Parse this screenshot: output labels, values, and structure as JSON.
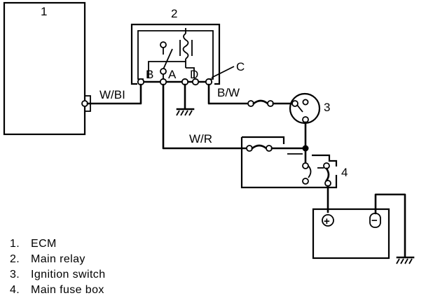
{
  "components": {
    "ecm_number": "1",
    "relay_number": "2",
    "ignition_number": "3",
    "fuse_box_number": "4"
  },
  "relay_terminals": {
    "b": "B",
    "a": "A",
    "d": "D",
    "c": "C"
  },
  "wire_labels": {
    "white_black": "W/BI",
    "black_white": "B/W",
    "white_red": "W/R"
  },
  "battery": {
    "positive": "+",
    "negative": "−"
  },
  "legend": [
    {
      "num": "1.",
      "label": "ECM"
    },
    {
      "num": "2.",
      "label": "Main relay"
    },
    {
      "num": "3.",
      "label": "Ignition switch"
    },
    {
      "num": "4.",
      "label": "Main fuse box"
    }
  ]
}
